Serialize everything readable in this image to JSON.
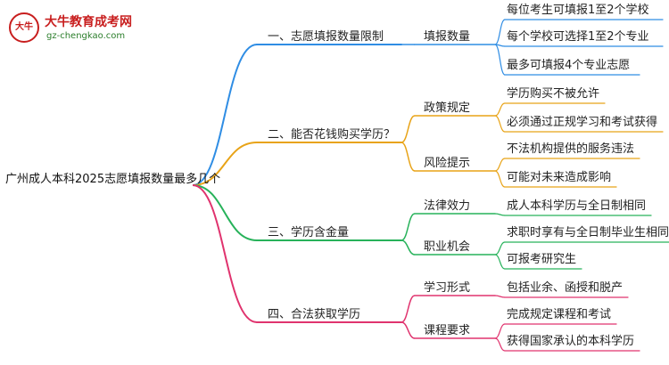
{
  "logo": {
    "mark": "大牛",
    "name": "大牛教育成考网",
    "url": "gz-chengkao.com"
  },
  "mindmap": {
    "root": "广州成人本科2025志愿填报数量最多几个",
    "branches": [
      {
        "label": "一、志愿填报数量限制",
        "color": "#2f8de4",
        "children": [
          {
            "label": "填报数量",
            "children": [
              {
                "label": "每位考生可填报1至2个学校"
              },
              {
                "label": "每个学校可选择1至2个专业"
              },
              {
                "label": "最多可填报4个专业志愿"
              }
            ]
          }
        ]
      },
      {
        "label": "二、能否花钱购买学历？",
        "color": "#e8a317",
        "children": [
          {
            "label": "政策规定",
            "children": [
              {
                "label": "学历购买不被允许"
              },
              {
                "label": "必须通过正规学习和考试获得"
              }
            ]
          },
          {
            "label": "风险提示",
            "children": [
              {
                "label": "不法机构提供的服务违法"
              },
              {
                "label": "可能对未来造成影响"
              }
            ]
          }
        ]
      },
      {
        "label": "三、学历含金量",
        "color": "#27b25a",
        "children": [
          {
            "label": "法律效力",
            "children": [
              {
                "label": "成人本科学历与全日制相同"
              }
            ]
          },
          {
            "label": "职业机会",
            "children": [
              {
                "label": "求职时享有与全日制毕业生相同机会"
              },
              {
                "label": "可报考研究生"
              }
            ]
          }
        ]
      },
      {
        "label": "四、合法获取学历",
        "color": "#e0336e",
        "children": [
          {
            "label": "学习形式",
            "children": [
              {
                "label": "包括业余、函授和脱产"
              }
            ]
          },
          {
            "label": "课程要求",
            "children": [
              {
                "label": "完成规定课程和考试"
              },
              {
                "label": "获得国家承认的本科学历"
              }
            ]
          }
        ]
      }
    ]
  }
}
